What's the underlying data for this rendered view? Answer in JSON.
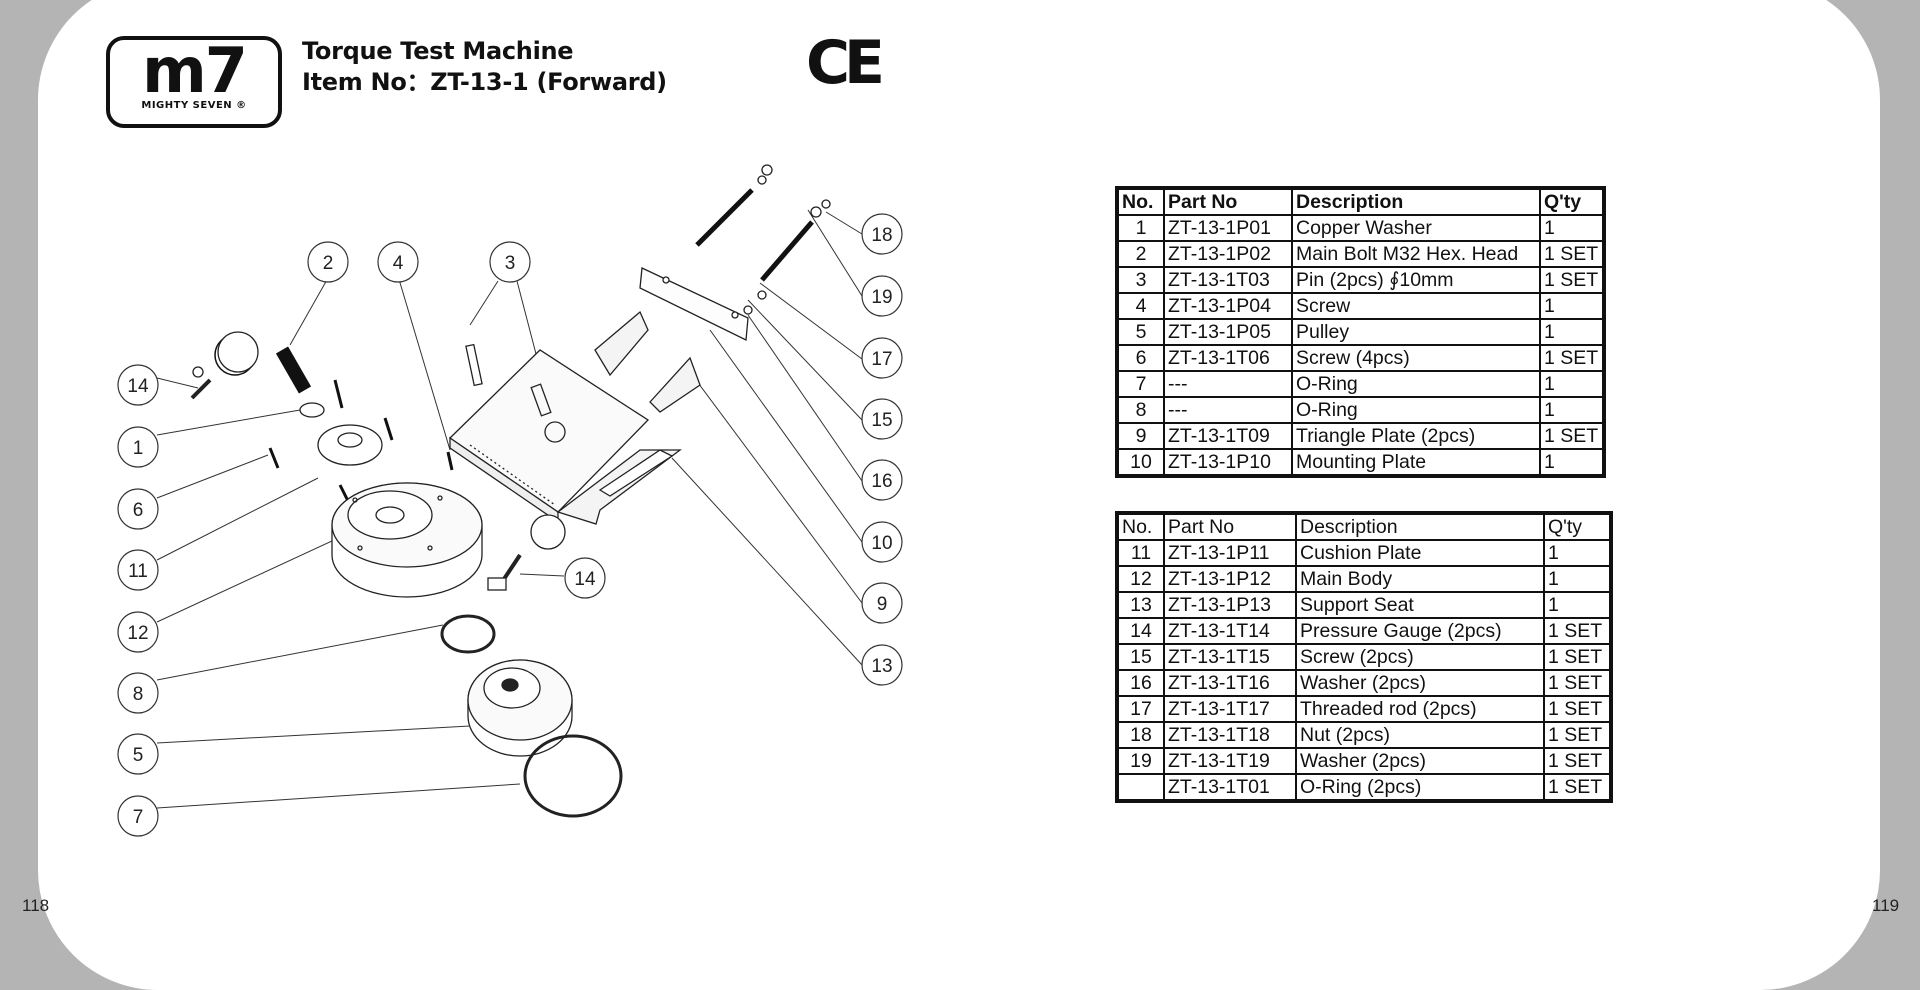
{
  "header": {
    "logo_mark": "m7",
    "logo_subtext": "MIGHTY SEVEN ®",
    "title": "Torque Test Machine",
    "item_line": "Item No：ZT-13-1 (Forward)",
    "cert_mark": "CE"
  },
  "page_numbers": {
    "left": "118",
    "right": "119"
  },
  "diagram": {
    "callouts": [
      "1",
      "2",
      "3",
      "4",
      "5",
      "6",
      "7",
      "8",
      "9",
      "10",
      "11",
      "12",
      "13",
      "14",
      "14",
      "15",
      "16",
      "17",
      "18",
      "19"
    ]
  },
  "table_1": {
    "headers": [
      "No.",
      "Part No",
      "Description",
      "Q'ty"
    ],
    "rows": [
      [
        "1",
        "ZT-13-1P01",
        "Copper Washer",
        "1"
      ],
      [
        "2",
        "ZT-13-1P02",
        "Main Bolt M32 Hex. Head",
        "1 SET"
      ],
      [
        "3",
        "ZT-13-1T03",
        "Pin  (2pcs) ∮10mm",
        "1 SET"
      ],
      [
        "4",
        "ZT-13-1P04",
        "Screw",
        "1"
      ],
      [
        "5",
        "ZT-13-1P05",
        "Pulley",
        "1"
      ],
      [
        "6",
        "ZT-13-1T06",
        "Screw (4pcs)",
        "1 SET"
      ],
      [
        "7",
        "---",
        "O-Ring",
        "1"
      ],
      [
        "8",
        "---",
        "O-Ring",
        "1"
      ],
      [
        "9",
        "ZT-13-1T09",
        "Triangle Plate (2pcs)",
        "1 SET"
      ],
      [
        "10",
        "ZT-13-1P10",
        "Mounting Plate",
        "1"
      ]
    ]
  },
  "table_2": {
    "headers": [
      "No.",
      "Part No",
      "Description",
      "Q'ty"
    ],
    "rows": [
      [
        "11",
        "ZT-13-1P11",
        "Cushion Plate",
        "1"
      ],
      [
        "12",
        "ZT-13-1P12",
        "Main Body",
        "1"
      ],
      [
        "13",
        "ZT-13-1P13",
        "Support Seat",
        "1"
      ],
      [
        "14",
        "ZT-13-1T14",
        "Pressure Gauge (2pcs)",
        "1 SET"
      ],
      [
        "15",
        "ZT-13-1T15",
        "Screw (2pcs)",
        "1 SET"
      ],
      [
        "16",
        "ZT-13-1T16",
        "Washer (2pcs)",
        "1 SET"
      ],
      [
        "17",
        "ZT-13-1T17",
        "Threaded rod (2pcs)",
        "1 SET"
      ],
      [
        "18",
        "ZT-13-1T18",
        "Nut (2pcs)",
        "1 SET"
      ],
      [
        "19",
        "ZT-13-1T19",
        "Washer (2pcs)",
        "1 SET"
      ],
      [
        "",
        "ZT-13-1T01",
        "O-Ring (2pcs)",
        "1 SET"
      ]
    ]
  }
}
